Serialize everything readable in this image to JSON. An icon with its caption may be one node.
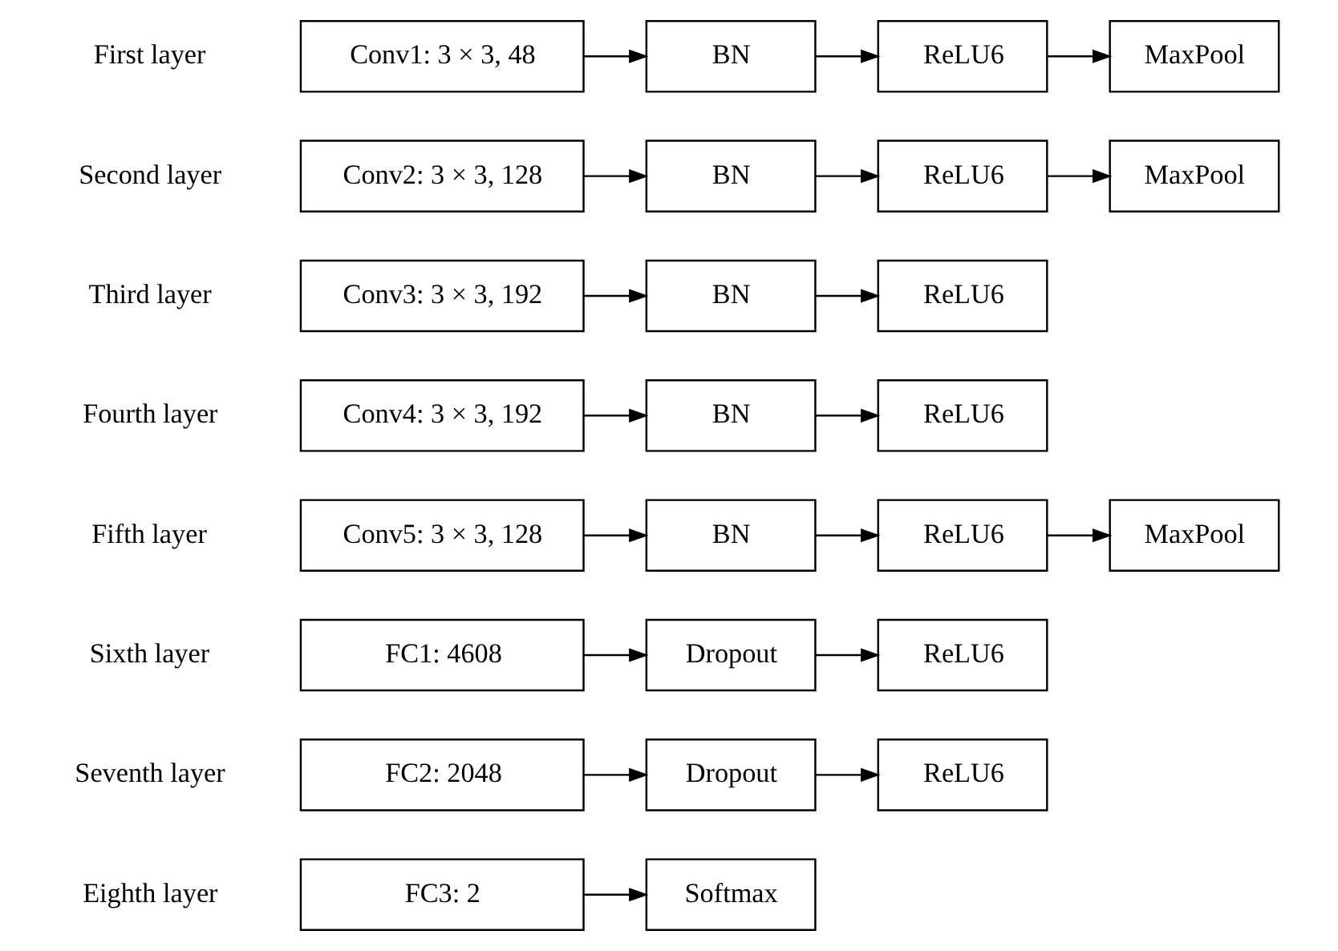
{
  "diagram": {
    "nodes": [
      {
        "text": [
          "Conv1: 3 × 3, 48"
        ]
      },
      {
        "text": [
          "BN"
        ]
      },
      {
        "text": [
          "ReLU6"
        ]
      },
      {
        "text": [
          "MaxPool"
        ]
      },
      {
        "text": [
          "Conv2: 3 × 3, 128"
        ]
      },
      {
        "text": [
          "BN"
        ]
      },
      {
        "text": [
          "ReLU6"
        ]
      },
      {
        "text": [
          "MaxPool"
        ]
      },
      {
        "text": [
          "Conv3: 3 × 3, 192"
        ]
      },
      {
        "text": [
          "BN"
        ]
      },
      {
        "text": [
          "ReLU6"
        ]
      },
      {
        "text": [
          "Conv4: 3 × 3, 192"
        ]
      },
      {
        "text": [
          "BN"
        ]
      },
      {
        "text": [
          "ReLU6"
        ]
      },
      {
        "text": [
          "Conv5: 3 × 3, 128"
        ]
      },
      {
        "text": [
          "BN"
        ]
      },
      {
        "text": [
          "ReLU6"
        ]
      },
      {
        "text": [
          "MaxPool"
        ]
      },
      {
        "text": [
          "FC1: 4608"
        ]
      },
      {
        "text": [
          "Dropout"
        ]
      },
      {
        "text": [
          "ReLU6"
        ]
      },
      {
        "text": [
          "FC2: 2048"
        ]
      },
      {
        "text": [
          "Dropout"
        ]
      },
      {
        "text": [
          "ReLU6"
        ]
      },
      {
        "text": [
          "FC3: 2"
        ]
      },
      {
        "text": [
          "Softmax"
        ]
      }
    ],
    "edges": [
      {
        "from": 0,
        "to": 1,
        "arrow": "to"
      },
      {
        "from": 1,
        "to": 2,
        "arrow": "to"
      },
      {
        "from": 2,
        "to": 3,
        "arrow": "to"
      },
      {
        "from": 4,
        "to": 5,
        "arrow": "to"
      },
      {
        "from": 5,
        "to": 6,
        "arrow": "to"
      },
      {
        "from": 6,
        "to": 7,
        "arrow": "to"
      },
      {
        "from": 8,
        "to": 9,
        "arrow": "to"
      },
      {
        "from": 9,
        "to": 10,
        "arrow": "to"
      },
      {
        "from": 11,
        "to": 12,
        "arrow": "to"
      },
      {
        "from": 12,
        "to": 13,
        "arrow": "to"
      },
      {
        "from": 14,
        "to": 15,
        "arrow": "to"
      },
      {
        "from": 15,
        "to": 16,
        "arrow": "to"
      },
      {
        "from": 16,
        "to": 17,
        "arrow": "to"
      },
      {
        "from": 18,
        "to": 19,
        "arrow": "to"
      },
      {
        "from": 19,
        "to": 20,
        "arrow": "to"
      },
      {
        "from": 21,
        "to": 22,
        "arrow": "to"
      },
      {
        "from": 22,
        "to": 23,
        "arrow": "to"
      },
      {
        "from": 24,
        "to": 25,
        "arrow": "to"
      }
    ],
    "labels": [
      "First layer",
      "Second layer",
      "Third layer",
      "Fourth layer",
      "Fifth layer",
      "Sixth layer",
      "Seventh layer",
      "Eighth layer"
    ]
  }
}
